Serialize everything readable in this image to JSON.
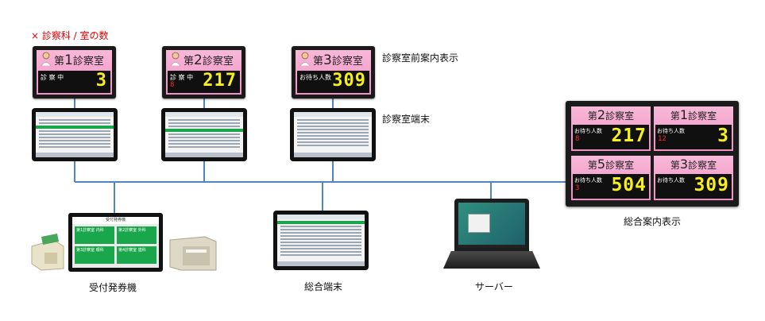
{
  "labels": {
    "room_count_note": "× 診察科 / 室の数",
    "room_display": "診察室前案内表示",
    "room_terminal": "診察室端末",
    "combined_display": "総合案内表示",
    "reception_machine": "受付発券機",
    "general_terminal": "総合端末",
    "server": "サーバー"
  },
  "room_displays": [
    {
      "prefix": "第",
      "room_no": "1",
      "suffix": "診察室",
      "status": "診 察 中",
      "count": "",
      "number": "3"
    },
    {
      "prefix": "第",
      "room_no": "2",
      "suffix": "診察室",
      "status": "診 察 中",
      "count": "8",
      "number": "217"
    },
    {
      "prefix": "第",
      "room_no": "3",
      "suffix": "診察室",
      "status": "お待ち人数",
      "count": "",
      "number": "309"
    }
  ],
  "combined_cells": [
    {
      "prefix": "第",
      "room_no": "2",
      "suffix": "診察室",
      "status": "お待ち人数",
      "count": "8",
      "number": "217"
    },
    {
      "prefix": "第",
      "room_no": "1",
      "suffix": "診察室",
      "status": "お待ち人数",
      "count": "12",
      "number": "3"
    },
    {
      "prefix": "第",
      "room_no": "5",
      "suffix": "診察室",
      "status": "お待ち人数",
      "count": "3",
      "number": "504"
    },
    {
      "prefix": "第",
      "room_no": "3",
      "suffix": "診察室",
      "status": "お待ち人数",
      "count": "",
      "number": "309"
    }
  ],
  "kiosk": {
    "header": "受付発券機",
    "buttons": [
      {
        "room": "第1診察室",
        "dept": "内科"
      },
      {
        "room": "第2診察室",
        "dept": "外科"
      },
      {
        "room": "第3診察室",
        "dept": "眼科"
      },
      {
        "room": "第4診察室",
        "dept": "歯科"
      }
    ]
  },
  "colors": {
    "line": "#4f86c2",
    "display_bg": "#f4a6cf",
    "led": "#f6ef1c",
    "count": "#ff2a2a",
    "accent": "#1aa64a",
    "note": "#e00000"
  }
}
